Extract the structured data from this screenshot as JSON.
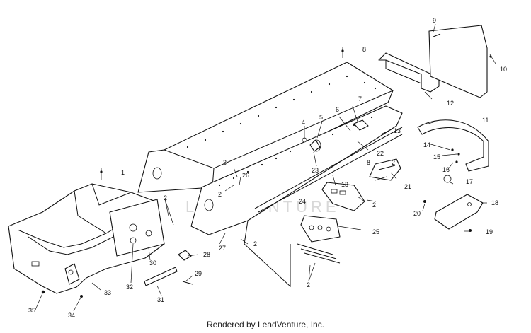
{
  "watermark": "LEADVENTURE",
  "credit": "Rendered by LeadVenture, Inc.",
  "callouts": {
    "n1": "1",
    "n2": "2",
    "n3": "3",
    "n4": "4",
    "n5": "5",
    "n6": "6",
    "n7": "7",
    "n8": "8",
    "n9": "9",
    "n10": "10",
    "n11": "11",
    "n12": "12",
    "n13": "13",
    "n14": "14",
    "n15": "15",
    "n16": "16",
    "n17": "17",
    "n18": "18",
    "n19": "19",
    "n20": "20",
    "n21": "21",
    "n22": "22",
    "n23": "23",
    "n24": "24",
    "n25": "25",
    "n26": "26",
    "n27": "27",
    "n28": "28",
    "n29": "29",
    "n30": "30",
    "n31": "31",
    "n32": "32",
    "n33": "33",
    "n34": "34",
    "n35": "35"
  }
}
